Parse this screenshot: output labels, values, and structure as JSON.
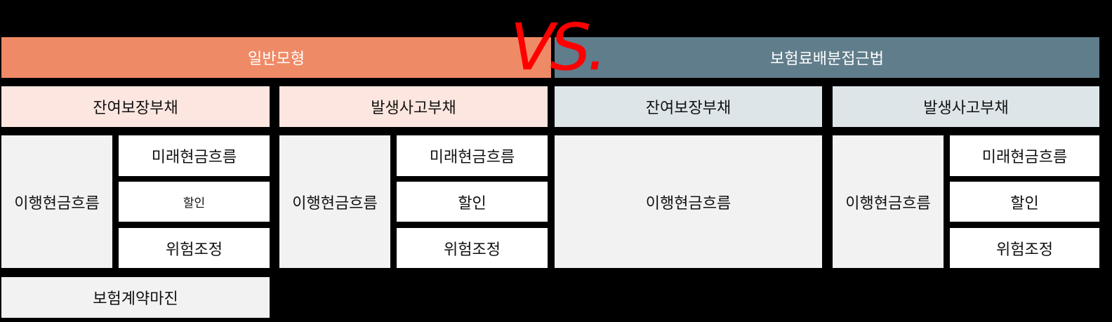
{
  "general_model": {
    "title": "일반모형",
    "lrc": {
      "label": "잔여보장부채",
      "cashflow": "이행현금흐름",
      "future_cf": "미래현금흐름",
      "discount": "할인",
      "risk_adj": "위험조정",
      "csm": "보험계약마진"
    },
    "lic": {
      "label": "발생사고부채",
      "cashflow": "이행현금흐름",
      "future_cf": "미래현금흐름",
      "discount": "할인",
      "risk_adj": "위험조정"
    }
  },
  "vs_text": "VS.",
  "paa": {
    "title": "보험료배분접근법",
    "lrc": {
      "label": "잔여보장부채",
      "cashflow": "이행현금흐름"
    },
    "lic": {
      "label": "발생사고부채",
      "cashflow": "이행현금흐름",
      "future_cf": "미래현금흐름",
      "discount": "할인",
      "risk_adj": "위험조정"
    }
  },
  "colors": {
    "general_header": "#EF8A66",
    "paa_header": "#607D8B",
    "general_sub": "#FCE6DF",
    "paa_sub": "#DDE5E8",
    "vs": "#FF0000"
  }
}
